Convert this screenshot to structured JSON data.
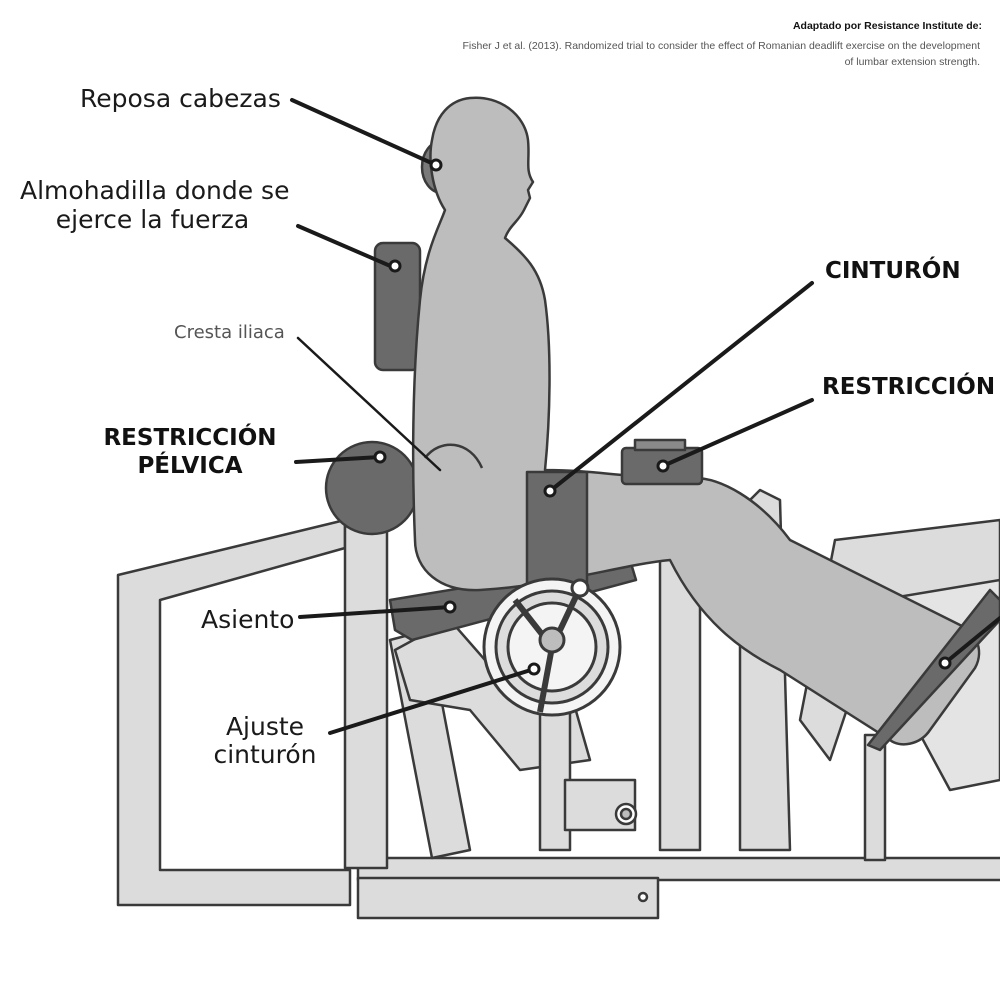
{
  "credit": {
    "title": "Adaptado por Resistance Institute de:",
    "text": "Fisher J et al. (2013). Randomized trial to consider the effect of Romanian deadlift exercise on the development of lumbar extension strength."
  },
  "labels": {
    "headrest": "Reposa cabezas",
    "pad_line1": "Almohadilla donde se",
    "pad_line2": "ejerce la fuerza",
    "iliac_crest": "Cresta iliaca",
    "pelvic_line1": "RESTRICCIÓN",
    "pelvic_line2": "PÉLVICA",
    "seat": "Asiento",
    "belt_adjust_line1": "Ajuste",
    "belt_adjust_line2": "cinturón",
    "belt": "CINTURÓN",
    "restriction_right": "RESTRICCIÓN I"
  },
  "colors": {
    "pad_dark": "#6a6a6a",
    "body_light": "#bdbdbd",
    "frame": "#dcdcdc",
    "outline": "#3a3a3a",
    "pointer": "#1a1a1a"
  }
}
